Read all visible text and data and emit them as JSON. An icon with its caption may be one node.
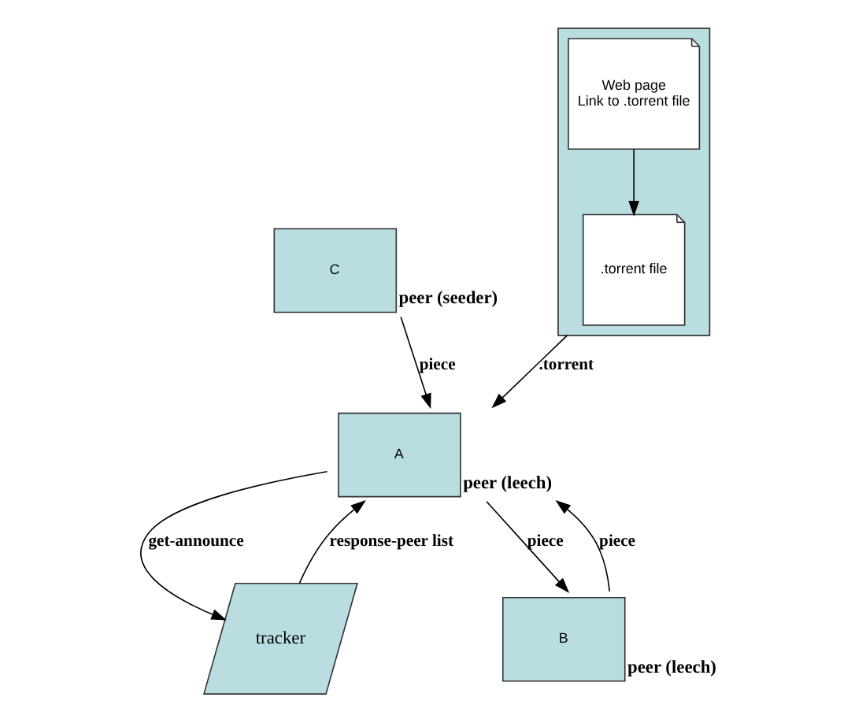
{
  "diagram": {
    "nodes": [
      {
        "text": [],
        "shape": "box"
      },
      {
        "text": [
          ".torrent file"
        ],
        "in": 0
      },
      {
        "text": [
          "Web page",
          "Link to .torrent file"
        ],
        "in": 0
      },
      {
        "text": [
          "tracker"
        ]
      },
      {
        "text": [
          "A"
        ],
        "beside": [
          "peer (leech)"
        ]
      },
      {
        "text": [
          "C"
        ],
        "beside": [
          "peer (seeder)"
        ]
      },
      {
        "text": [
          "B"
        ],
        "beside": [
          "peer (leech)"
        ]
      }
    ],
    "edges": [
      {
        "from": 2,
        "to": 1,
        "arrow": "to"
      },
      {
        "from": 0,
        "to": 4,
        "arrow": "to",
        "label": ".torrent"
      },
      {
        "from": 4,
        "to": 3,
        "arrow": "to",
        "label": "get-announce"
      },
      {
        "from": 3,
        "to": 4,
        "arrow": "to",
        "label": "response-peer list"
      },
      {
        "from": 5,
        "to": 4,
        "arrow": "to",
        "label": "piece"
      },
      {
        "from": 6,
        "to": 4,
        "arrow": "to",
        "label": "piece"
      },
      {
        "from": 4,
        "to": 6,
        "arrow": "to",
        "label": "piece"
      }
    ]
  }
}
